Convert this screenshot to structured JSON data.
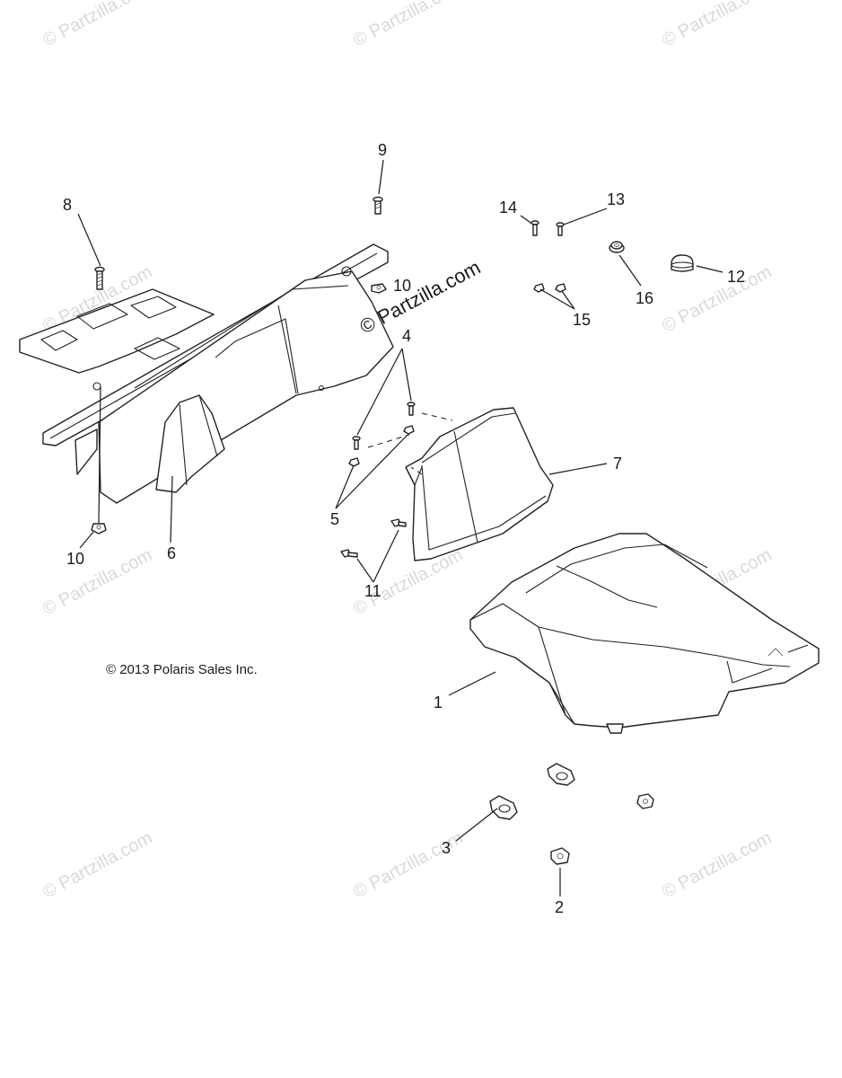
{
  "watermark": "© Partzilla.com",
  "center_watermark": "© Partzilla.com",
  "copyright": "© 2013 Polaris Sales Inc.",
  "callouts": {
    "c1": "1",
    "c2": "2",
    "c3": "3",
    "c4": "4",
    "c5": "5",
    "c6": "6",
    "c7": "7",
    "c8": "8",
    "c9": "9",
    "c10a": "10",
    "c10b": "10",
    "c11": "11",
    "c12": "12",
    "c13": "13",
    "c14": "14",
    "c15": "15",
    "c16": "16"
  }
}
